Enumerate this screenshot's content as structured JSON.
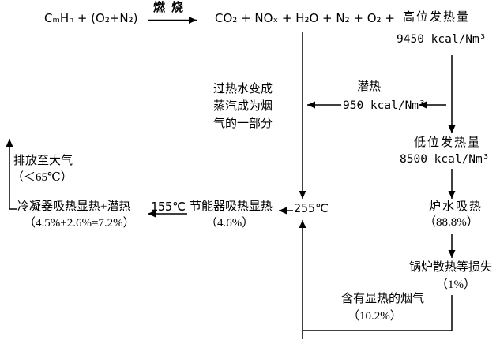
{
  "colors": {
    "background": "#ffffff",
    "line": "#000000",
    "text": "#000000"
  },
  "equation": {
    "reactants": "CₘHₙ + (O₂+N₂)",
    "combustion_label": "燃烧",
    "products": "CO₂ + NOₓ + H₂O + N₂ + O₂ +"
  },
  "hhv": {
    "label": "高位发热量",
    "value": "9450 kcal/Nm³"
  },
  "latent": {
    "label": "潜热",
    "value": "950 kcal/Nm³"
  },
  "superheat_note": {
    "line1": "过热水变成",
    "line2": "蒸汽成为烟",
    "line3": "气的一部分"
  },
  "lhv": {
    "label": "低位发热量",
    "value": "8500 kcal/Nm³"
  },
  "furnace": {
    "label": "炉水吸热",
    "value": "（88.8%）"
  },
  "boiler_loss": {
    "label": "锅炉散热等损失",
    "value": "（1%）"
  },
  "flue_sensible": {
    "label": "含有显热的烟气",
    "value": "（10.2%）"
  },
  "temps": {
    "t255": "255℃",
    "t155": "155℃"
  },
  "economizer": {
    "label": "节能器吸热显热",
    "value": "（4.6%）"
  },
  "condenser": {
    "label": "冷凝器吸热显热+潜热",
    "value": "（4.5%+2.6%=7.2%）"
  },
  "exhaust": {
    "label": "排放至大气",
    "value": "（＜65℃）"
  }
}
